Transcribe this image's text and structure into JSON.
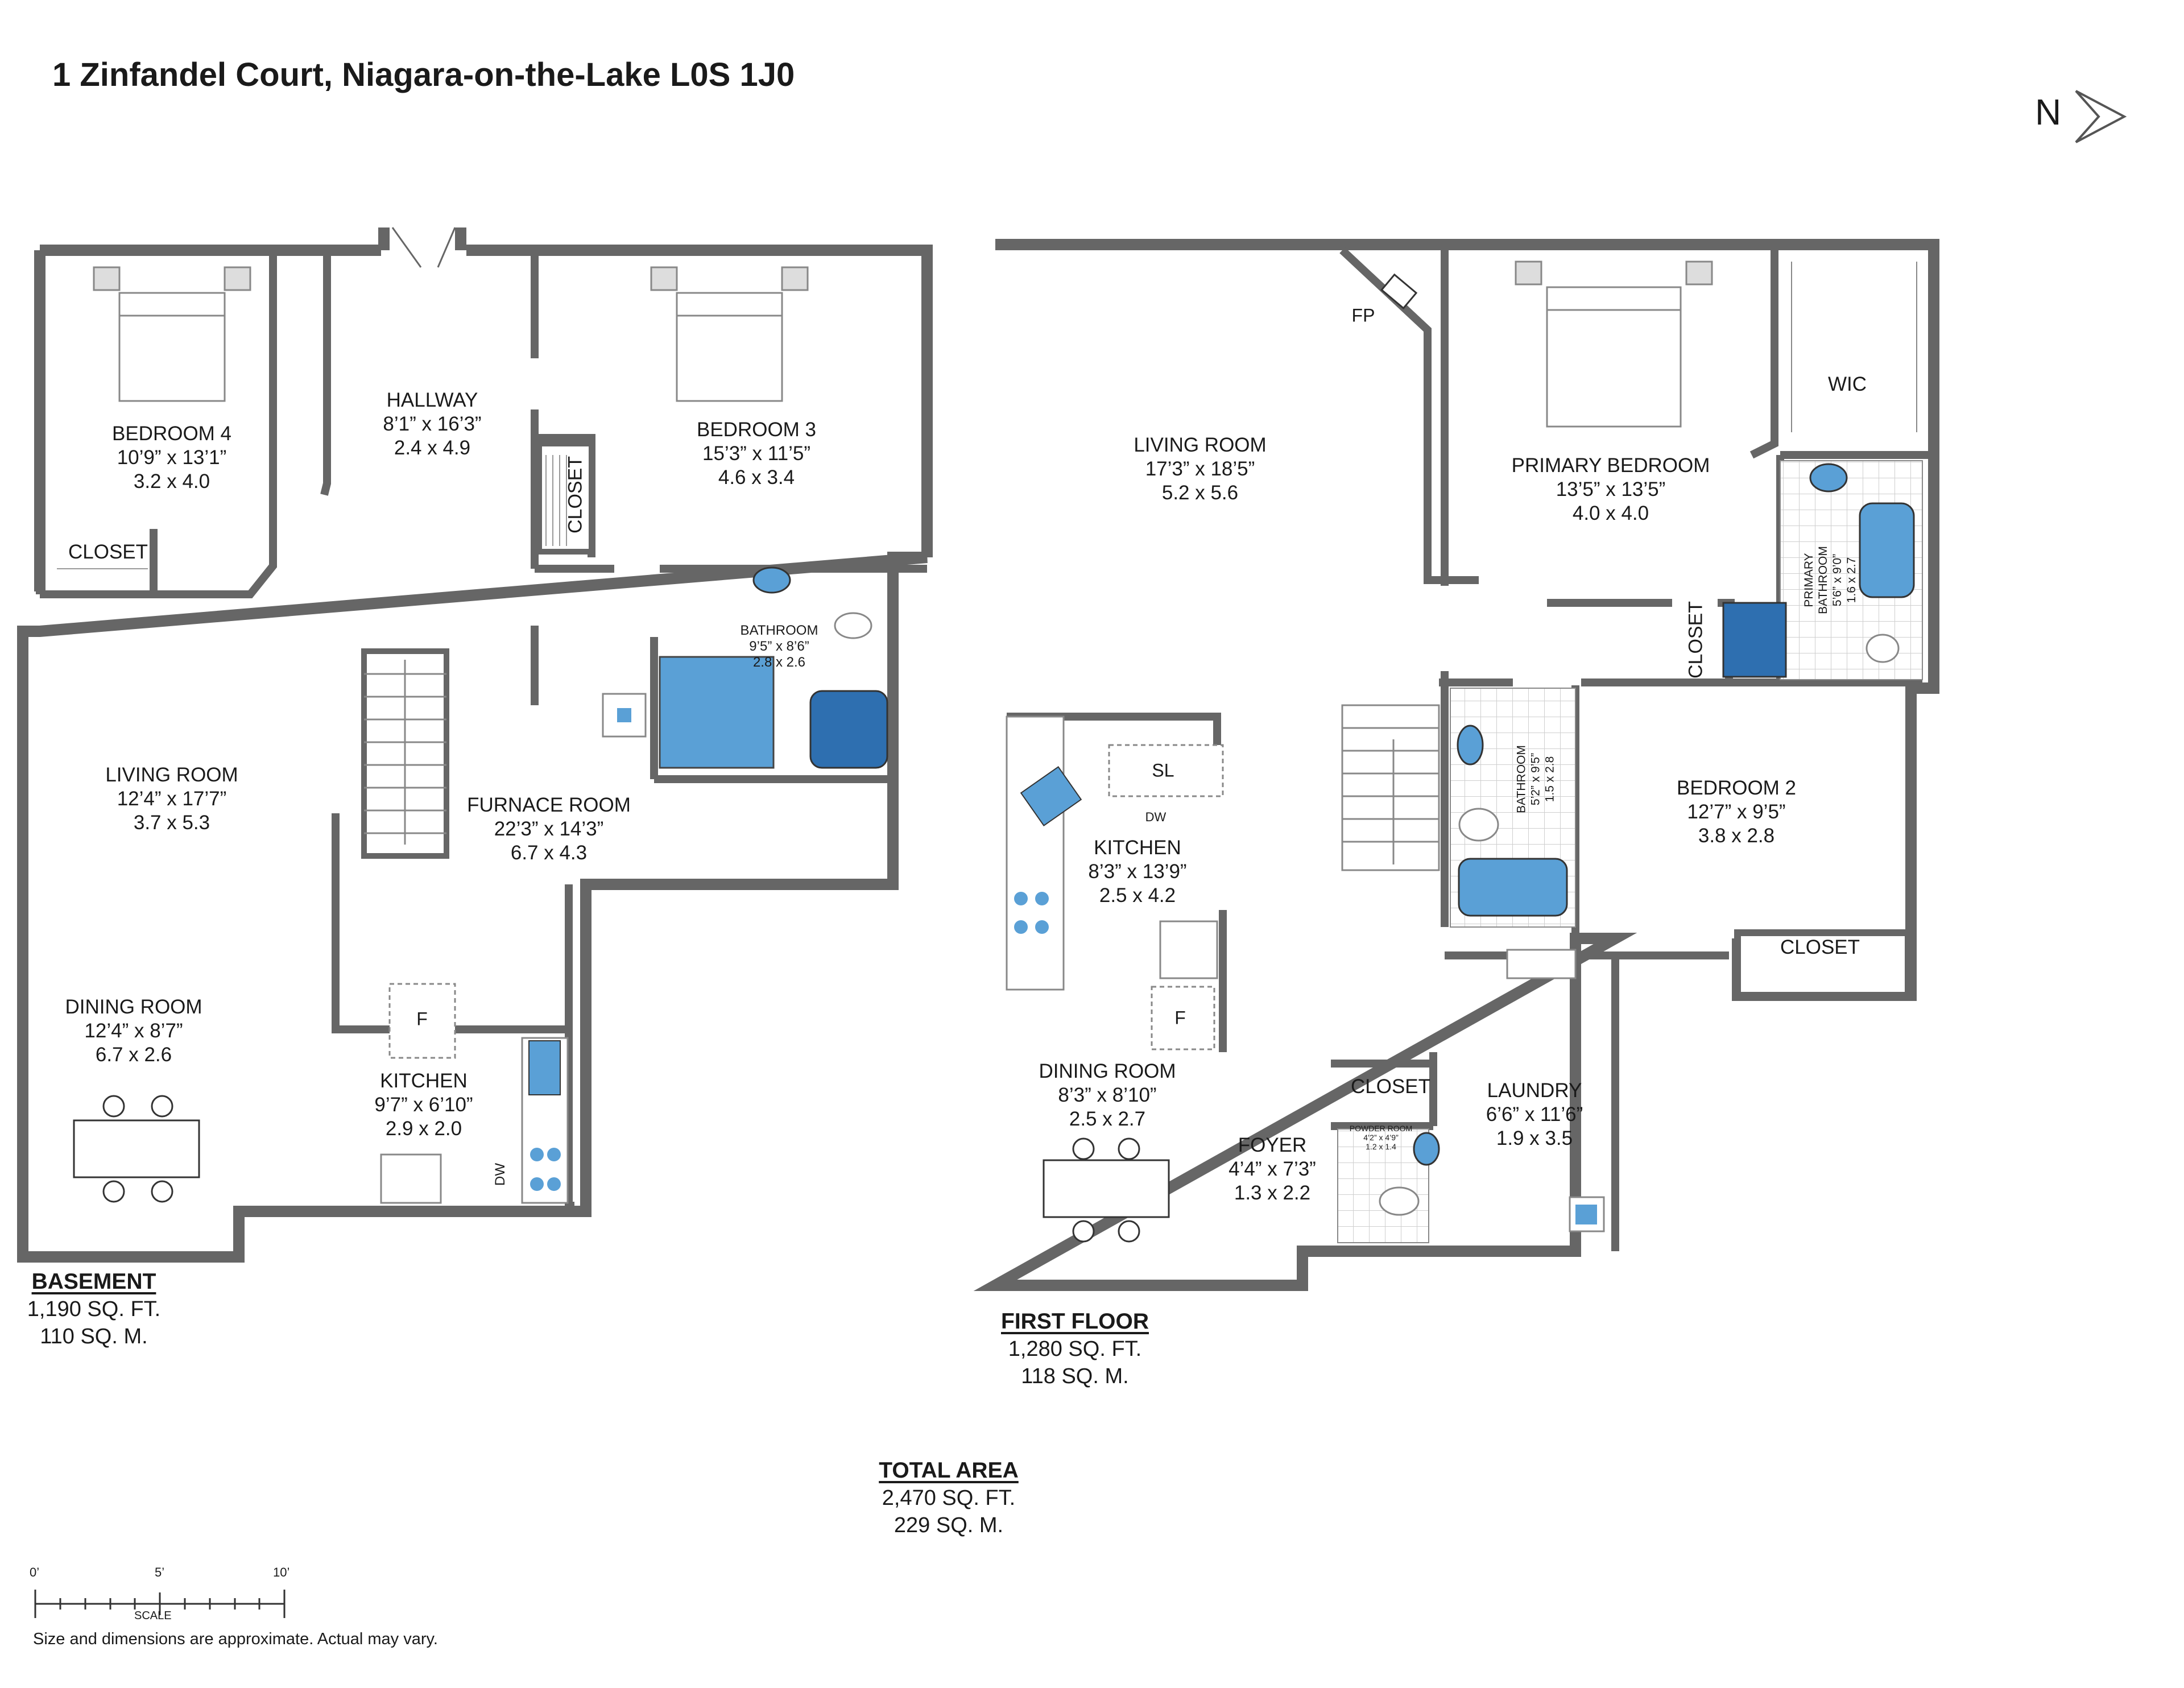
{
  "title": "1 Zinfandel Court, Niagara-on-the-Lake L0S 1J0",
  "compass": {
    "label": "N",
    "icon": "north-arrow-icon"
  },
  "colors": {
    "wall": "#666666",
    "fixture": "#5aa0d6",
    "fixture_dark": "#2e6fb0",
    "tile": "#dddddd"
  },
  "basement": {
    "name": "BASEMENT",
    "sqft": "1,190 SQ. FT.",
    "sqm": "110 SQ. M.",
    "rooms": {
      "bedroom4": {
        "name": "BEDROOM 4",
        "imperial": "10’9” x 13’1”",
        "metric": "3.2 x 4.0"
      },
      "hallway": {
        "name": "HALLWAY",
        "imperial": "8’1” x 16’3”",
        "metric": "2.4 x 4.9"
      },
      "bedroom3": {
        "name": "BEDROOM 3",
        "imperial": "15’3” x 11’5”",
        "metric": "4.6 x 3.4"
      },
      "closet_b4": {
        "name": "CLOSET"
      },
      "closet_b3": {
        "name": "CLOSET"
      },
      "bathroom": {
        "name": "BATHROOM",
        "imperial": "9’5” x 8’6”",
        "metric": "2.8 x 2.6"
      },
      "living": {
        "name": "LIVING ROOM",
        "imperial": "12’4” x 17’7”",
        "metric": "3.7 x 5.3"
      },
      "furnace": {
        "name": "FURNACE ROOM",
        "imperial": "22’3” x 14’3”",
        "metric": "6.7 x 4.3"
      },
      "dining": {
        "name": "DINING ROOM",
        "imperial": "12’4” x 8’7”",
        "metric": "6.7 x 2.6"
      },
      "kitchen": {
        "name": "KITCHEN",
        "imperial": "9’7” x 6’10”",
        "metric": "2.9 x 2.0"
      }
    },
    "fixtures": {
      "fridge": "F",
      "dishwasher": "DW"
    }
  },
  "first_floor": {
    "name": "FIRST FLOOR",
    "sqft": "1,280 SQ. FT.",
    "sqm": "118 SQ. M.",
    "rooms": {
      "living": {
        "name": "LIVING ROOM",
        "imperial": "17’3” x 18’5”",
        "metric": "5.2 x 5.6"
      },
      "fireplace": {
        "name": "FP"
      },
      "primary_bedroom": {
        "name": "PRIMARY BEDROOM",
        "imperial": "13’5” x 13’5”",
        "metric": "4.0 x 4.0"
      },
      "wic": {
        "name": "WIC"
      },
      "primary_bath": {
        "line1": "PRIMARY",
        "line2": "BATHROOM",
        "imperial": "5’6” x 9’0”",
        "metric": "1.6 x 2.7"
      },
      "closet_hall": {
        "name": "CLOSET"
      },
      "bathroom": {
        "name": "BATHROOM",
        "imperial": "5’2” x 9’5”",
        "metric": "1.5 x 2.8"
      },
      "bedroom2": {
        "name": "BEDROOM 2",
        "imperial": "12’7” x 9’5”",
        "metric": "3.8 x 2.8"
      },
      "closet_b2": {
        "name": "CLOSET"
      },
      "kitchen": {
        "name": "KITCHEN",
        "imperial": "8’3” x 13’9”",
        "metric": "2.5 x 4.2"
      },
      "dining": {
        "name": "DINING ROOM",
        "imperial": "8’3” x 8’10”",
        "metric": "2.5 x 2.7"
      },
      "foyer": {
        "name": "FOYER",
        "imperial": "4’4” x 7’3”",
        "metric": "1.3 x 2.2"
      },
      "closet_foyer": {
        "name": "CLOSET"
      },
      "powder": {
        "name": "POWDER ROOM",
        "imperial": "4’2” x 4’9”",
        "metric": "1.2 x 1.4"
      },
      "laundry": {
        "name": "LAUNDRY",
        "imperial": "6’6” x 11’6”",
        "metric": "1.9 x 3.5"
      }
    },
    "fixtures": {
      "sink": "SL",
      "dishwasher": "DW",
      "fridge": "F"
    }
  },
  "total": {
    "name": "TOTAL AREA",
    "sqft": "2,470 SQ. FT.",
    "sqm": "229 SQ. M."
  },
  "scale": {
    "ticks": [
      "0’",
      "5’",
      "10’"
    ],
    "label": "SCALE"
  },
  "disclaimer": "Size and dimensions are approximate. Actual may vary."
}
